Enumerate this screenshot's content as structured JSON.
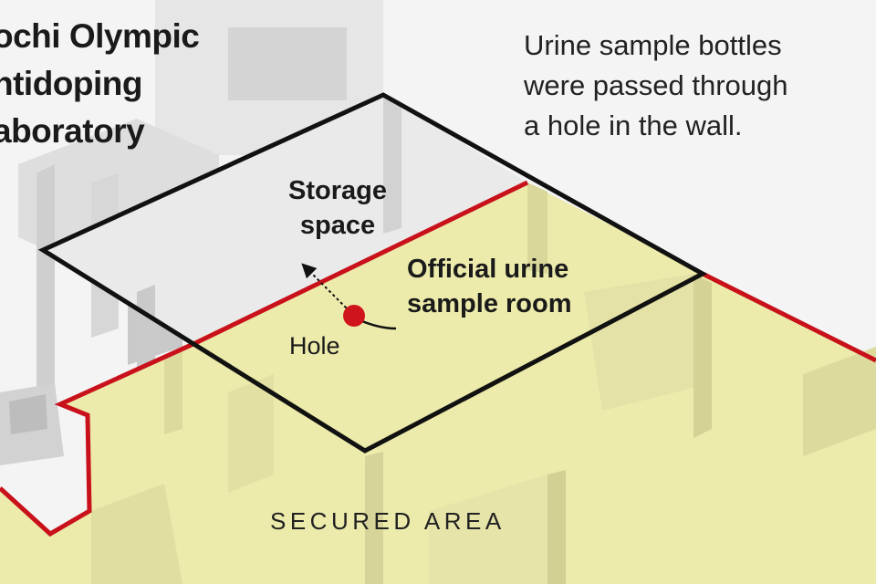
{
  "title_lines": "ochi Olympic\nntidoping\naboratory",
  "note": "Urine sample bottles\nwere passed through\na hole in the wall.",
  "labels": {
    "storage": "Storage\nspace",
    "official": "Official urine\nsample room",
    "hole": "Hole",
    "secured": "SECURED AREA"
  },
  "colors": {
    "secured_fill": "#ecebab",
    "secured_border": "#c8111b",
    "room_outline": "#111111",
    "hole_marker": "#d0141c",
    "walls": "#dcdcdc"
  }
}
